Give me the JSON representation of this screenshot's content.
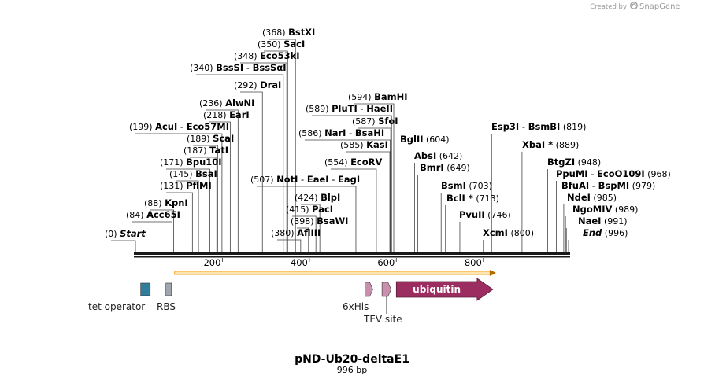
{
  "credit": {
    "prefix": "Created by",
    "brand": "SnapGene",
    "icon": "snapgene-logo-icon"
  },
  "title": "pND-Ub20-deltaE1",
  "subtitle": "996 bp",
  "axis": {
    "total_bp": 996,
    "ticks": [
      "200",
      "400",
      "600",
      "800"
    ]
  },
  "sites": [
    {
      "pos": 0,
      "label": "(0)",
      "names": [
        "Start"
      ],
      "italic": true
    },
    {
      "pos": 84,
      "label": "(84)",
      "names": [
        "Acc65I"
      ]
    },
    {
      "pos": 88,
      "label": "(88)",
      "names": [
        "KpnI"
      ]
    },
    {
      "pos": 131,
      "label": "(131)",
      "names": [
        "PflMI"
      ]
    },
    {
      "pos": 145,
      "label": "(145)",
      "names": [
        "BsaI"
      ]
    },
    {
      "pos": 171,
      "label": "(171)",
      "names": [
        "Bpu10I"
      ]
    },
    {
      "pos": 187,
      "label": "(187)",
      "names": [
        "TatI"
      ]
    },
    {
      "pos": 189,
      "label": "(189)",
      "names": [
        "ScaI"
      ]
    },
    {
      "pos": 199,
      "label": "(199)",
      "names": [
        "AcuI",
        "Eco57MI"
      ]
    },
    {
      "pos": 218,
      "label": "(218)",
      "names": [
        "EarI"
      ]
    },
    {
      "pos": 236,
      "label": "(236)",
      "names": [
        "AlwNI"
      ]
    },
    {
      "pos": 292,
      "label": "(292)",
      "names": [
        "DraI"
      ]
    },
    {
      "pos": 340,
      "label": "(340)",
      "names": [
        "BssSI",
        "BssSαI"
      ]
    },
    {
      "pos": 348,
      "label": "(348)",
      "names": [
        "Eco53kI"
      ]
    },
    {
      "pos": 350,
      "label": "(350)",
      "names": [
        "SacI"
      ]
    },
    {
      "pos": 368,
      "label": "(368)",
      "names": [
        "BstXI"
      ]
    },
    {
      "pos": 380,
      "label": "(380)",
      "names": [
        "AflIII"
      ]
    },
    {
      "pos": 398,
      "label": "(398)",
      "names": [
        "BsaWI"
      ]
    },
    {
      "pos": 415,
      "label": "(415)",
      "names": [
        "PacI"
      ]
    },
    {
      "pos": 424,
      "label": "(424)",
      "names": [
        "BlpI"
      ]
    },
    {
      "pos": 507,
      "label": "(507)",
      "names": [
        "NotI",
        "EaeI",
        "EagI"
      ]
    },
    {
      "pos": 554,
      "label": "(554)",
      "names": [
        "EcoRV"
      ]
    },
    {
      "pos": 585,
      "label": "(585)",
      "names": [
        "KasI"
      ]
    },
    {
      "pos": 586,
      "label": "(586)",
      "names": [
        "NarI",
        "BsaHI"
      ]
    },
    {
      "pos": 587,
      "label": "(587)",
      "names": [
        "SfoI"
      ]
    },
    {
      "pos": 589,
      "label": "(589)",
      "names": [
        "PluTI",
        "HaeII"
      ]
    },
    {
      "pos": 594,
      "label": "(594)",
      "names": [
        "BamHI"
      ]
    },
    {
      "pos": 604,
      "label": "(604)",
      "names": [
        "BglII"
      ]
    },
    {
      "pos": 642,
      "label": "(642)",
      "names": [
        "AbsI"
      ]
    },
    {
      "pos": 649,
      "label": "(649)",
      "names": [
        "BmrI"
      ]
    },
    {
      "pos": 703,
      "label": "(703)",
      "names": [
        "BsmI"
      ]
    },
    {
      "pos": 713,
      "label": "(713)",
      "names": [
        "BclI *"
      ]
    },
    {
      "pos": 746,
      "label": "(746)",
      "names": [
        "PvuII"
      ]
    },
    {
      "pos": 800,
      "label": "(800)",
      "names": [
        "XcmI"
      ]
    },
    {
      "pos": 819,
      "label": "(819)",
      "names": [
        "Esp3I",
        "BsmBI"
      ]
    },
    {
      "pos": 889,
      "label": "(889)",
      "names": [
        "XbaI *"
      ]
    },
    {
      "pos": 948,
      "label": "(948)",
      "names": [
        "BtgZI"
      ]
    },
    {
      "pos": 968,
      "label": "(968)",
      "names": [
        "PpuMI",
        "EcoO109I"
      ]
    },
    {
      "pos": 979,
      "label": "(979)",
      "names": [
        "BfuAI",
        "BspMI"
      ]
    },
    {
      "pos": 985,
      "label": "(985)",
      "names": [
        "NdeI"
      ]
    },
    {
      "pos": 989,
      "label": "(989)",
      "names": [
        "NgoMIV"
      ]
    },
    {
      "pos": 991,
      "label": "(991)",
      "names": [
        "NaeI"
      ]
    },
    {
      "pos": 996,
      "label": "(996)",
      "names": [
        "End"
      ],
      "italic": true
    }
  ],
  "features": [
    {
      "name": "tet operator",
      "color": "#2e7d9a",
      "start": 12,
      "end": 34
    },
    {
      "name": "RBS",
      "color": "#9fa6ad",
      "start": 70,
      "end": 83
    },
    {
      "name": "6xHis",
      "color": "#c990ad",
      "start": 528,
      "end": 546
    },
    {
      "name": "TEV site",
      "color": "#c990ad",
      "start": 567,
      "end": 588
    },
    {
      "name": "ubiquitin",
      "color": "#9c2d61",
      "start": 600,
      "end": 822
    }
  ],
  "orf": {
    "start": 90,
    "end": 822,
    "color": "#f5a623"
  },
  "colors": {
    "backbone": "#1a1a1a",
    "tick": "#555555",
    "label_line": "#444444"
  }
}
